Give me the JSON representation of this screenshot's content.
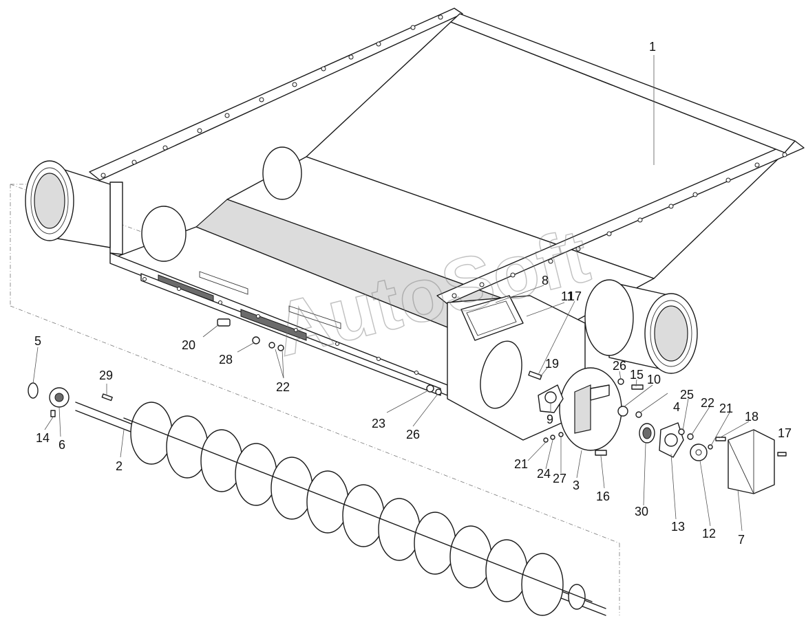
{
  "watermark": "AutoSoft",
  "callouts": {
    "c1": "1",
    "c2": "2",
    "c3": "3",
    "c4": "4",
    "c5": "5",
    "c6": "6",
    "c7": "7",
    "c8": "8",
    "c9": "9",
    "c10": "10",
    "c11": "11",
    "c12": "12",
    "c13": "13",
    "c14": "14",
    "c15": "15",
    "c16": "16",
    "c17a": "17",
    "c17b": "17",
    "c18": "18",
    "c19": "19",
    "c20": "20",
    "c21a": "21",
    "c21b": "21",
    "c22a": "22",
    "c22b": "22",
    "c23": "23",
    "c24": "24",
    "c25": "25",
    "c26a": "26",
    "c26b": "26",
    "c27": "27",
    "c28": "28",
    "c29": "29",
    "c30": "30"
  }
}
